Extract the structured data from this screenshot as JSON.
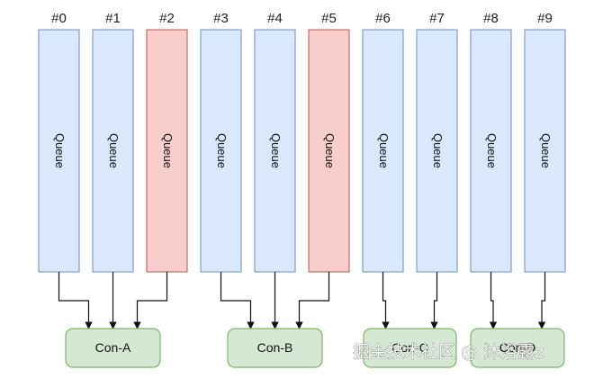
{
  "queues": [
    {
      "id": "#0",
      "text": "Queue",
      "highlight": false
    },
    {
      "id": "#1",
      "text": "Queue",
      "highlight": false
    },
    {
      "id": "#2",
      "text": "Queue",
      "highlight": true
    },
    {
      "id": "#3",
      "text": "Queue",
      "highlight": false
    },
    {
      "id": "#4",
      "text": "Queue",
      "highlight": false
    },
    {
      "id": "#5",
      "text": "Queue",
      "highlight": true
    },
    {
      "id": "#6",
      "text": "Queue",
      "highlight": false
    },
    {
      "id": "#7",
      "text": "Queue",
      "highlight": false
    },
    {
      "id": "#8",
      "text": "Queue",
      "highlight": false
    },
    {
      "id": "#9",
      "text": "Queue",
      "highlight": false
    }
  ],
  "consumers": [
    {
      "label": "Con-A",
      "queues": [
        0,
        1,
        2
      ]
    },
    {
      "label": "Con-B",
      "queues": [
        3,
        4,
        5
      ]
    },
    {
      "label": "Con-C",
      "queues": [
        6,
        7
      ]
    },
    {
      "label": "Con-D",
      "queues": [
        8,
        9
      ]
    }
  ],
  "watermark": "掘金技术社区 @ 沐浴露z",
  "colors": {
    "queue_fill": "#dae8fc",
    "queue_stroke": "#6c8ebf",
    "highlight_fill": "#f8cecc",
    "highlight_stroke": "#b85450",
    "consumer_fill": "#d5e8d4",
    "consumer_stroke": "#82b366",
    "edge": "#111111"
  }
}
